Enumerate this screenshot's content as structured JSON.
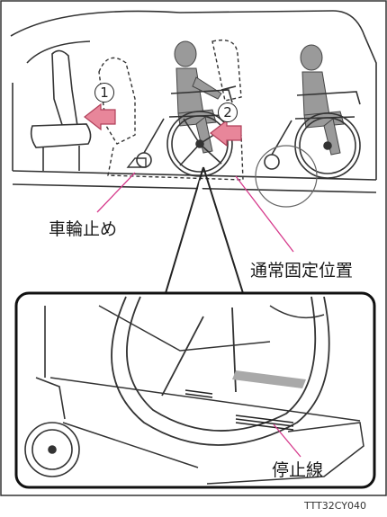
{
  "labels": {
    "wheel_chock": "車輪止め",
    "normal_fixed_position": "通常固定位置",
    "stop_line": "停止線",
    "figure_code": "TTT32CY040"
  },
  "steps": {
    "step1": "1",
    "step2": "2"
  },
  "colors": {
    "arrow_fill": "#e8869a",
    "arrow_stroke": "#b0405a",
    "leader_line": "#d63a8c",
    "person_fill": "#9a9a9a",
    "stop_line_band": "#a9a9a9"
  }
}
